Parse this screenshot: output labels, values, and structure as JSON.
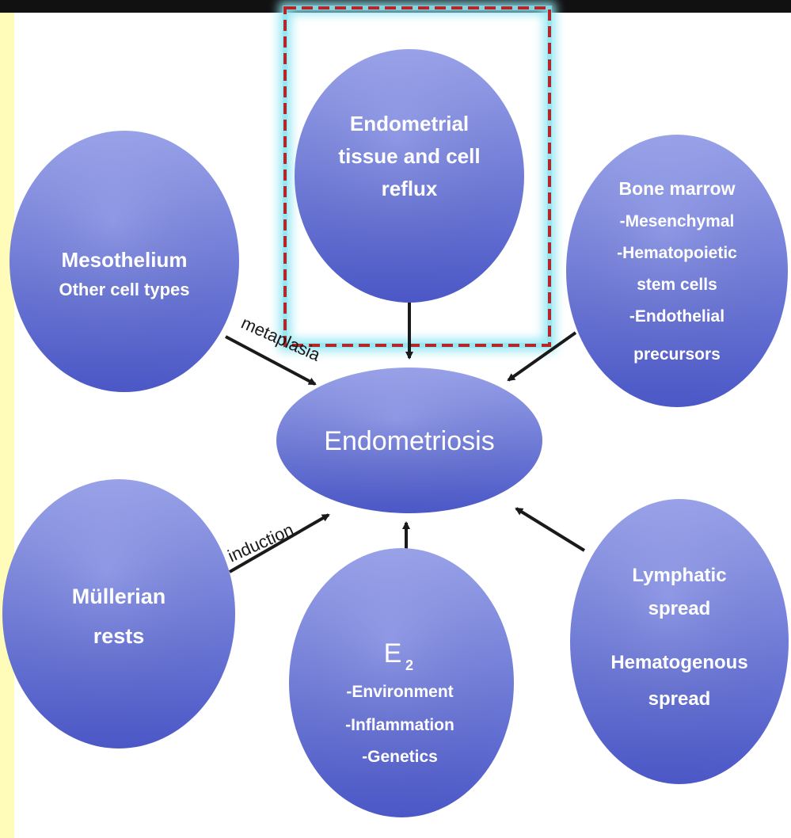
{
  "nodes": {
    "reflux": {
      "lines": [
        "Endometrial",
        "tissue and cell",
        "reflux"
      ]
    },
    "mesothelium": {
      "lines": [
        "Mesothelium",
        "Other cell types"
      ]
    },
    "bone_marrow": {
      "lines": [
        "Bone marrow",
        "-Mesenchymal",
        "-Hematopoietic",
        "stem cells",
        "-Endothelial",
        "precursors"
      ]
    },
    "center": {
      "label": "Endometriosis"
    },
    "mullerian": {
      "lines": [
        "Müllerian",
        "rests"
      ]
    },
    "e2": {
      "main": "E",
      "sub": "2",
      "lines": [
        "-Environment",
        "-Inflammation",
        "-Genetics"
      ]
    },
    "lymphatic": {
      "lines": [
        "Lymphatic",
        "spread",
        "Hematogenous",
        "spread"
      ]
    }
  },
  "edges": {
    "metaplasia": "metaplasia",
    "induction": "induction"
  },
  "colors": {
    "node_top": "#9aa4ee",
    "node_bottom": "#4b58c8",
    "highlight_glow": "#8fe6f2",
    "highlight_dash": "#b5262a",
    "left_strip": "#fffbb8",
    "top_bar": "#111111"
  }
}
